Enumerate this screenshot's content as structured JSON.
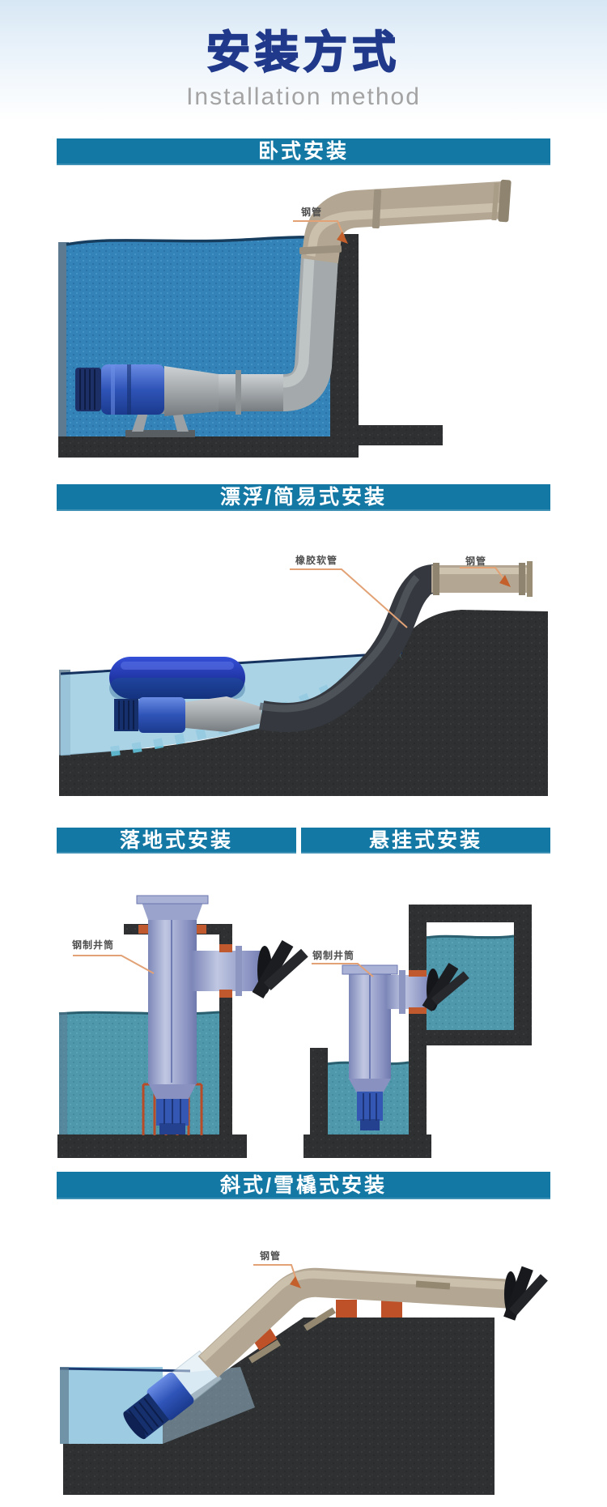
{
  "page": {
    "title": "安装方式",
    "subtitle": "Installation method"
  },
  "colors": {
    "title_blue": "#21398b",
    "header_bar_teal": "#1478a5",
    "leader_line_orange": "#e2a276",
    "water_blue": "#3383b8",
    "water_teal": "#4f97ab",
    "concrete_dark": "#2e3032",
    "pipe_steel_tan": "#b3a793",
    "pipe_gray": "#a4a9ac",
    "pump_blue": "#2f54b8",
    "float_blue": "#1d2fae",
    "mount_orange": "#bf5129"
  },
  "sections": {
    "horizontal": {
      "header": "卧式安装",
      "labels": {
        "steel_pipe": "钢管"
      }
    },
    "floating": {
      "header": "漂浮/简易式安装",
      "labels": {
        "rubber_hose": "橡胶软管",
        "steel_pipe": "钢管"
      }
    },
    "floor_standing": {
      "header": "落地式安装",
      "labels": {
        "steel_casing": "钢制井筒"
      }
    },
    "hanging": {
      "header": "悬挂式安装",
      "labels": {
        "steel_casing": "钢制井筒"
      }
    },
    "inclined": {
      "header": "斜式/雪橇式安装",
      "labels": {
        "steel_pipe": "钢管"
      }
    }
  }
}
